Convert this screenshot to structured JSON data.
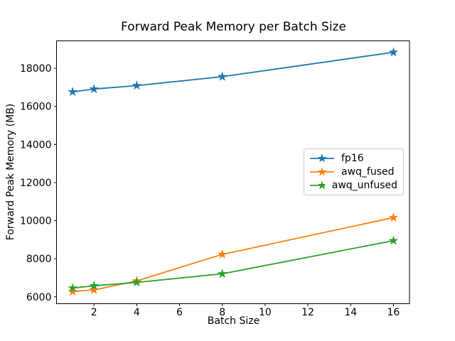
{
  "chart_data": {
    "type": "line",
    "title": "Forward Peak Memory per Batch Size",
    "xlabel": "Batch Size",
    "ylabel": "Forward Peak Memory (MB)",
    "x": [
      1,
      2,
      4,
      8,
      16
    ],
    "series": [
      {
        "name": "fp16",
        "color": "#1f77b4",
        "marker": "star",
        "values": [
          16760,
          16910,
          17090,
          17560,
          18840
        ]
      },
      {
        "name": "awq_fused",
        "color": "#ff7f0e",
        "marker": "star",
        "values": [
          6280,
          6360,
          6840,
          8230,
          10160
        ]
      },
      {
        "name": "awq_unfused",
        "color": "#2ca02c",
        "marker": "star",
        "values": [
          6460,
          6580,
          6760,
          7210,
          8950
        ]
      }
    ],
    "xlim": [
      0.25,
      16.75
    ],
    "ylim": [
      5640,
      19440
    ],
    "xticks": [
      2,
      4,
      6,
      8,
      10,
      12,
      14,
      16
    ],
    "yticks": [
      6000,
      8000,
      10000,
      12000,
      14000,
      16000,
      18000
    ],
    "grid": false,
    "legend_position": "center-right-inside"
  },
  "colors": {
    "background": "#ffffff",
    "axis": "#000000",
    "tick_text": "#000000",
    "legend_border": "#cccccc"
  }
}
